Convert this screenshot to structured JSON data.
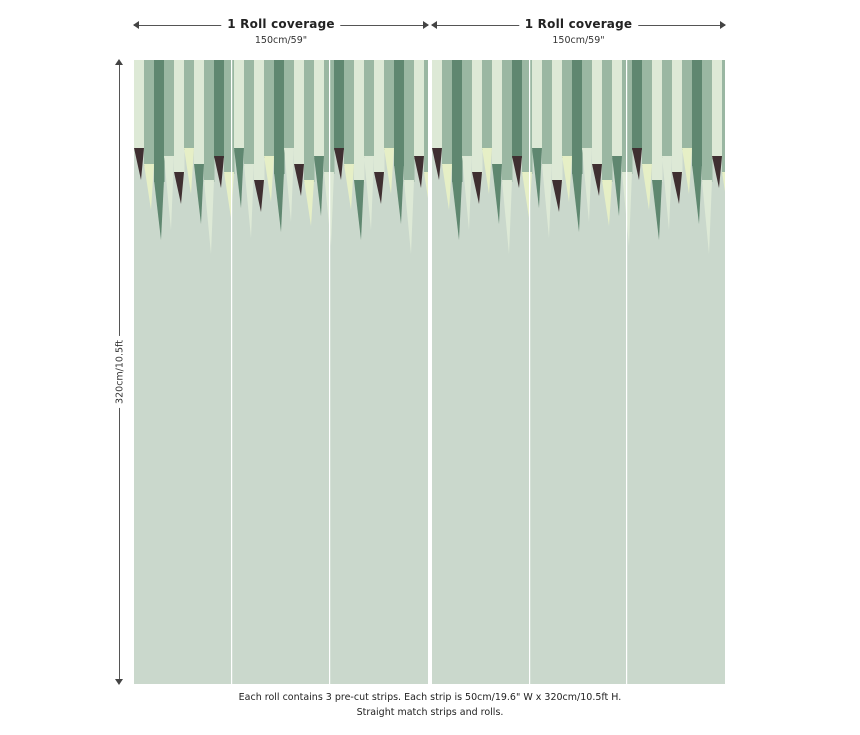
{
  "coverage": [
    {
      "title": "1 Roll coverage",
      "size": "150cm/59\""
    },
    {
      "title": "1 Roll coverage",
      "size": "150cm/59\""
    }
  ],
  "height_label": "320cm/10.5ft",
  "caption": {
    "line1": "Each roll contains 3 pre-cut strips.  Each strip is 50cm/19.6\" W x 320cm/10.5ft H.",
    "line2": "Straight match strips and rolls."
  },
  "colors": {
    "background_sage": "#cad8cc",
    "light_mint": "#dde9d6",
    "mid_green": "#9ab7a2",
    "dark_green": "#5f8770",
    "dark_brown": "#3f2f31",
    "pale_yellow": "#e6efc6",
    "strip_seam": "#ffffff"
  }
}
